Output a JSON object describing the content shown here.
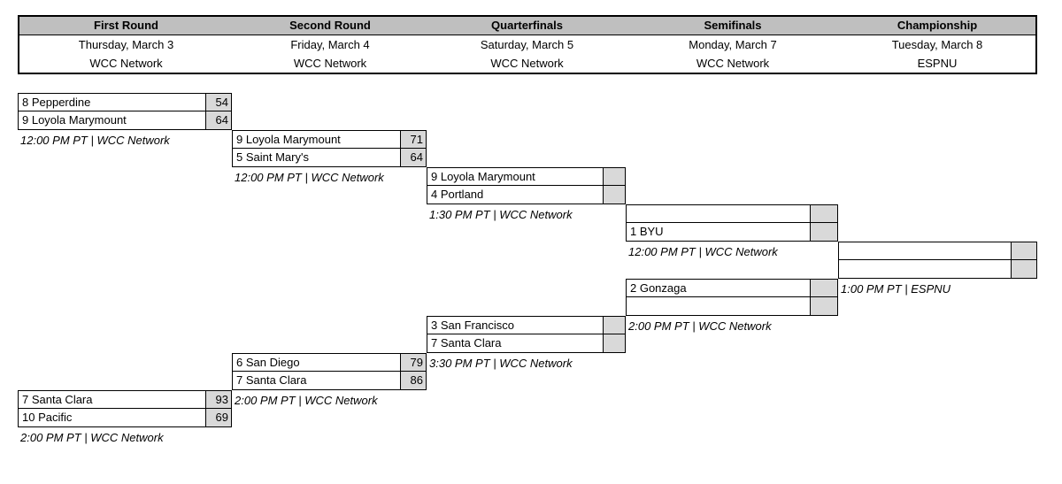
{
  "header": {
    "columns": [
      {
        "round": "First Round",
        "date": "Thursday, March 3",
        "network": "WCC Network"
      },
      {
        "round": "Second Round",
        "date": "Friday, March 4",
        "network": "WCC Network"
      },
      {
        "round": "Quarterfinals",
        "date": "Saturday, March 5",
        "network": "WCC Network"
      },
      {
        "round": "Semifinals",
        "date": "Monday, March 7",
        "network": "WCC Network"
      },
      {
        "round": "Championship",
        "date": "Tuesday, March 8",
        "network": "ESPNU"
      }
    ]
  },
  "games": {
    "fr1": {
      "top": {
        "team": "8 Pepperdine",
        "score": "54"
      },
      "bottom": {
        "team": "9 Loyola Marymount",
        "score": "64"
      },
      "time": "12:00 PM PT | WCC Network"
    },
    "r2g1": {
      "top": {
        "team": "9 Loyola Marymount",
        "score": "71"
      },
      "bottom": {
        "team": "5 Saint Mary's",
        "score": "64"
      },
      "time": "12:00 PM PT | WCC Network"
    },
    "qf1": {
      "top": {
        "team": "9 Loyola Marymount",
        "score": ""
      },
      "bottom": {
        "team": "4 Portland",
        "score": ""
      },
      "time": "1:30 PM PT | WCC Network"
    },
    "sf1": {
      "top": {
        "team": "",
        "score": ""
      },
      "bottom": {
        "team": "1 BYU",
        "score": ""
      },
      "time": "12:00 PM PT | WCC Network"
    },
    "champ": {
      "top": {
        "team": "",
        "score": ""
      },
      "bottom": {
        "team": "",
        "score": ""
      },
      "time": "1:00 PM PT | ESPNU"
    },
    "sf2": {
      "top": {
        "team": "2 Gonzaga",
        "score": ""
      },
      "bottom": {
        "team": "",
        "score": ""
      },
      "time": "2:00 PM PT | WCC Network"
    },
    "qf2": {
      "top": {
        "team": "3 San Francisco",
        "score": ""
      },
      "bottom": {
        "team": "7 Santa Clara",
        "score": ""
      },
      "time": "3:30 PM PT | WCC Network"
    },
    "r2g2": {
      "top": {
        "team": "6 San Diego",
        "score": "79"
      },
      "bottom": {
        "team": "7 Santa Clara",
        "score": "86"
      },
      "time": "2:00 PM PT | WCC Network"
    },
    "fr2": {
      "top": {
        "team": "7 Santa Clara",
        "score": "93"
      },
      "bottom": {
        "team": "10 Pacific",
        "score": "69"
      },
      "time": "2:00 PM PT | WCC Network"
    }
  },
  "colors": {
    "header_fill": "#bfbfbf",
    "score_fill": "#d9d9d9",
    "border": "#000000",
    "text": "#000000",
    "page_bg": "#ffffff"
  }
}
